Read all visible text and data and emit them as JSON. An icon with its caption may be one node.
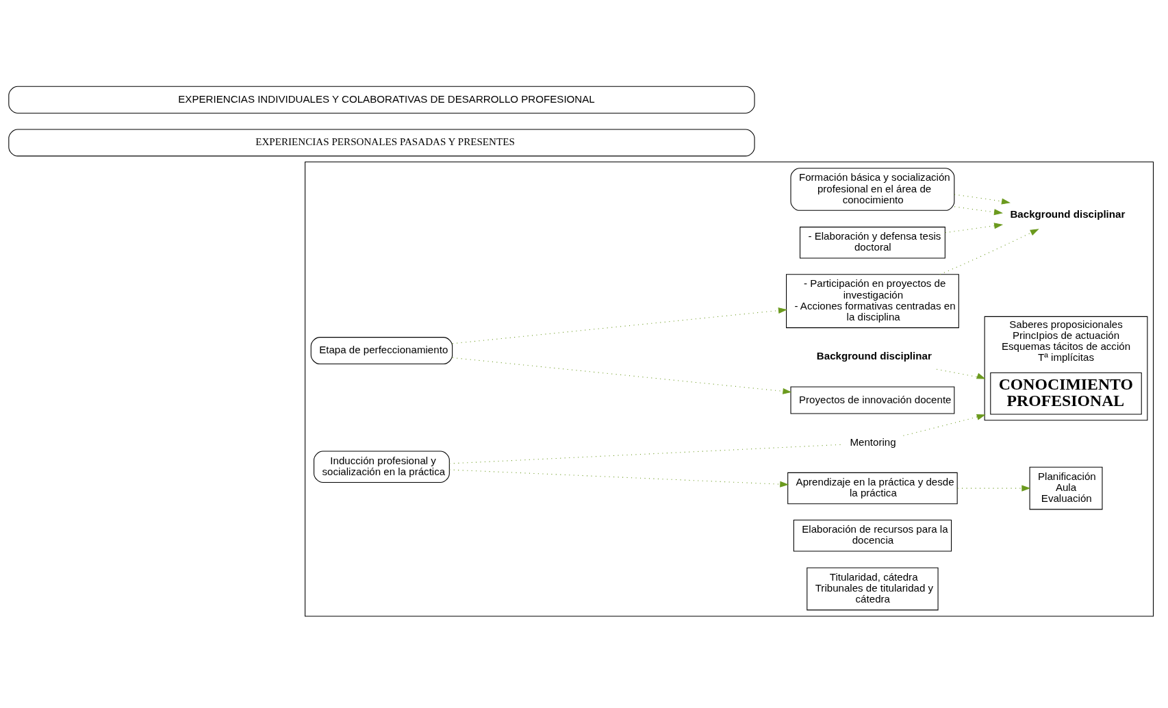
{
  "diagram": {
    "nodes": [
      {
        "text": [
          "EXPERIENCIAS INDIVIDUALES Y COLABORATIVAS DE DESARROLLO PROFESIONAL"
        ]
      },
      {
        "text": [],
        "shape": "box"
      },
      {
        "text": [
          "Formación básica y socialización profesional en el área de conocimiento"
        ],
        "in": 1
      },
      {
        "text": [
          "Background disciplinar"
        ],
        "in": 1
      },
      {
        "text": [
          "- Elaboración y defensa tesis doctoral"
        ],
        "in": 1
      },
      {
        "text": [
          "- Participación en proyectos de investigación",
          "- Acciones formativas centradas en la disciplina"
        ],
        "in": 1
      },
      {
        "text": [
          "Background disciplinar"
        ],
        "in": 1
      },
      {
        "text": [
          "Inducción profesional y socialización en la práctica"
        ],
        "in": 1
      },
      {
        "text": [
          "Mentoring"
        ],
        "in": 1
      },
      {
        "text": [
          "Saberes proposicionales",
          "PrincIpios de actuación",
          "Esquemas tácitos de acción",
          "Tª implícitas"
        ],
        "in": 1
      },
      {
        "text": [
          "CONOCIMIENTO PROFESIONAL"
        ],
        "in": 9
      },
      {
        "text": [
          "Etapa de perfeccionamiento"
        ],
        "in": 1
      },
      {
        "text": [
          "Aprendizaje en la práctica y desde la práctica"
        ],
        "in": 1
      },
      {
        "text": [
          "Proyectos de innovación docente"
        ],
        "in": 1
      },
      {
        "text": [
          "Elaboración de recursos para la docencia"
        ],
        "in": 1
      },
      {
        "text": [
          "Titularidad, cátedra",
          "Tribunales de titularidad y cátedra"
        ],
        "in": 1
      },
      {
        "text": [
          "Planificación",
          "Aula",
          "Evaluación"
        ],
        "in": 1
      },
      {
        "text": [
          "EXPERIENCIAS PERSONALES PASADAS Y PRESENTES"
        ]
      }
    ],
    "edges": [
      {
        "from": 2,
        "to": 3,
        "arrow": "to"
      },
      {
        "from": 2,
        "to": 3,
        "arrow": "to"
      },
      {
        "from": 4,
        "to": 3,
        "arrow": "to"
      },
      {
        "from": 5,
        "to": 3,
        "arrow": "to"
      },
      {
        "from": 6,
        "to": 9,
        "arrow": "to"
      },
      {
        "from": 7,
        "to": 8,
        "arrow": "none"
      },
      {
        "from": 8,
        "to": 9,
        "arrow": "to"
      },
      {
        "from": 7,
        "to": 12,
        "arrow": "to"
      },
      {
        "from": 11,
        "to": 13,
        "arrow": "to"
      },
      {
        "from": 12,
        "to": 16,
        "arrow": "to"
      },
      {
        "from": 11,
        "to": 5,
        "arrow": "to"
      }
    ]
  }
}
